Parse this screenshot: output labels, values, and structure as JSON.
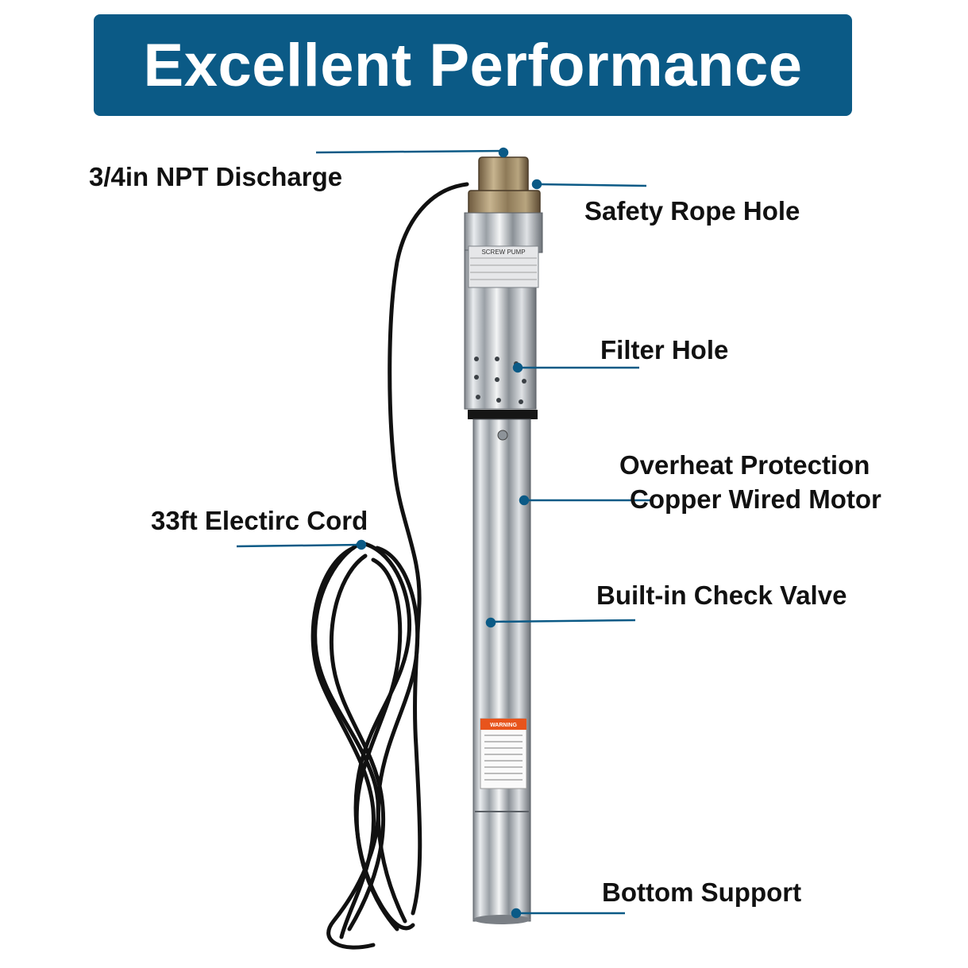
{
  "header": {
    "title": "Excellent Performance",
    "background": "#0b5a86"
  },
  "callouts": {
    "discharge": "3/4in NPT Discharge",
    "safety_rope": "Safety Rope Hole",
    "filter": "Filter Hole",
    "motor_line1": "Overheat Protection",
    "motor_line2": "Copper Wired Motor",
    "check_valve": "Built-in Check Valve",
    "cord": "33ft Electirc Cord",
    "bottom": "Bottom Support"
  },
  "pump_label": {
    "heading": "SCREW PUMP",
    "warning": "WARNING"
  },
  "colors": {
    "leader_line": "#0b5a86",
    "steel": "#c9ccd0",
    "cable": "#111111",
    "warning_orange": "#e8541c"
  }
}
